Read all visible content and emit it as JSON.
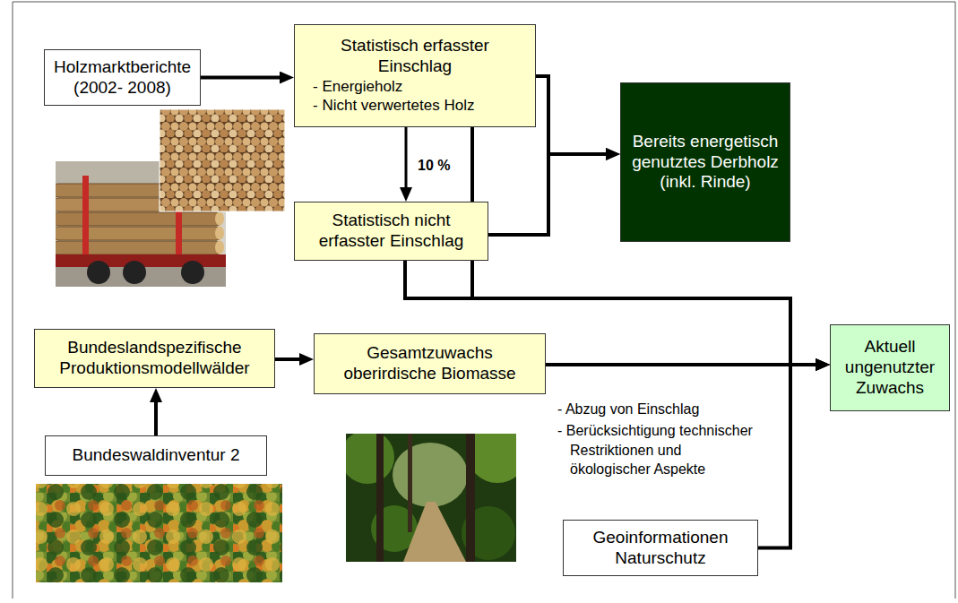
{
  "diagram": {
    "nodes": [
      {
        "text": [
          "Holzmarktberichte (2002- 2008)"
        ]
      },
      {
        "text": [
          "Statistisch erfasster Einschlag",
          "- Energieholz",
          "- Nicht verwertetes Holz"
        ]
      },
      {
        "text": [
          "Bereits energetisch genutztes Derbholz (inkl. Rinde)"
        ]
      },
      {
        "text": [
          "Statistisch nicht erfasster Einschlag"
        ]
      },
      {
        "text": [
          "Bundeslandspezifische Produktionsmodellwälder"
        ]
      },
      {
        "text": [
          "Gesamtzuwachs oberirdische Biomasse"
        ]
      },
      {
        "text": [
          "Aktuell ungenutzter Zuwachs"
        ]
      },
      {
        "text": [
          "Bundeswaldinventur 2"
        ]
      },
      {
        "text": [
          "Geoinformationen Naturschutz"
        ]
      }
    ],
    "edges": [
      {
        "from": 0,
        "to": 1,
        "arrow": "to"
      },
      {
        "from": 1,
        "to": 3,
        "arrow": "to",
        "label": "10 %"
      },
      {
        "from": 1,
        "to": 2,
        "arrow": "to"
      },
      {
        "from": 3,
        "to": 2,
        "arrow": "to"
      },
      {
        "from": 1,
        "to": 6,
        "arrow": "to"
      },
      {
        "from": 3,
        "to": 6,
        "arrow": "to"
      },
      {
        "from": 5,
        "to": 6,
        "arrow": "to"
      },
      {
        "from": 8,
        "to": 6,
        "arrow": "to"
      },
      {
        "from": 4,
        "to": 5,
        "arrow": "to"
      },
      {
        "from": 7,
        "to": 4,
        "arrow": "to"
      }
    ],
    "labels": [
      "- Abzug von Einschlag",
      "- Berücksichtigung technischer Restriktionen und ökologischer Aspekte"
    ]
  }
}
